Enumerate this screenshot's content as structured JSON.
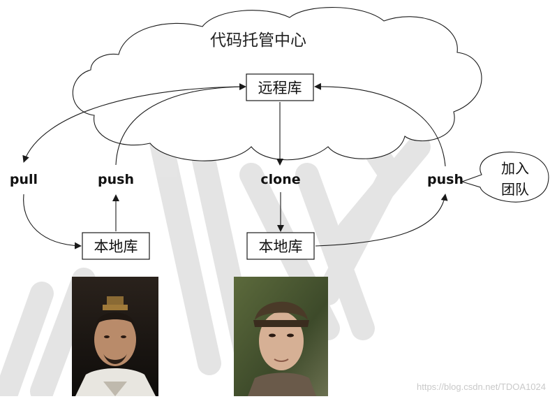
{
  "cloud_label": "代码托管中心",
  "nodes": {
    "remote": "远程库",
    "local_left": "本地库",
    "local_right": "本地库"
  },
  "ops": {
    "pull": "pull",
    "push_left": "push",
    "clone": "clone",
    "push_right": "push"
  },
  "bubble": {
    "line1": "加入",
    "line2": "团队"
  },
  "watermark": "https://blog.csdn.net/TDOA1024",
  "colors": {
    "stroke": "#1a1a1a",
    "box_fill": "#ffffff",
    "watermark_stroke": "#d8d8d8"
  },
  "photos": [
    {
      "name": "left-person-photo"
    },
    {
      "name": "right-person-photo"
    }
  ]
}
